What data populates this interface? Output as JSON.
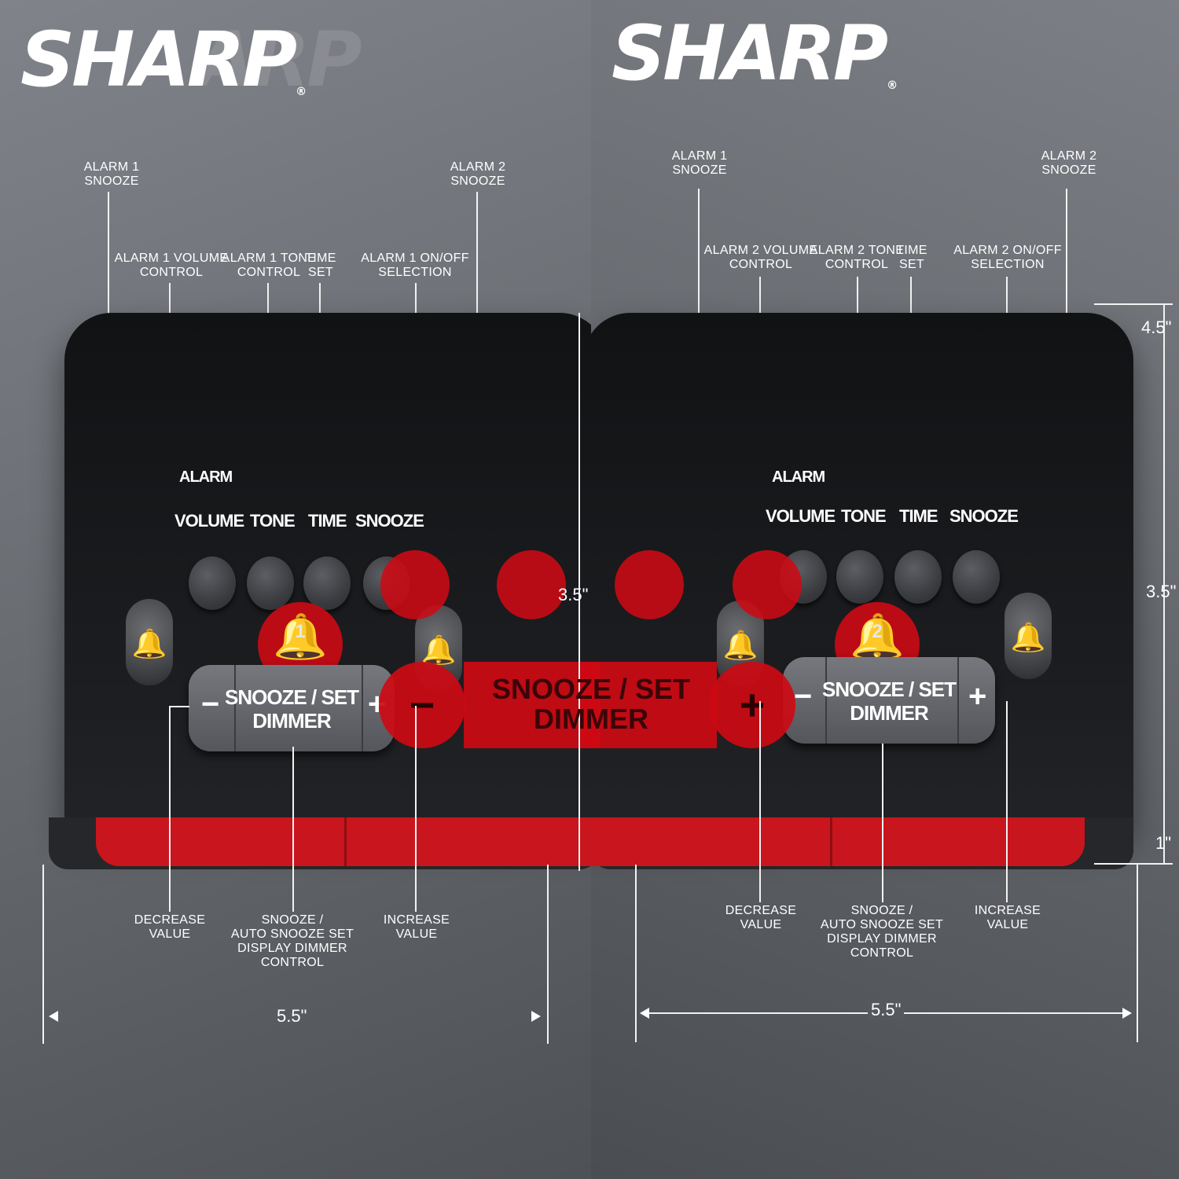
{
  "brand": {
    "name": "SHARP",
    "registered_mark": "®"
  },
  "left_panel": {
    "top_callouts": [
      {
        "text": "ALARM 1\nSNOOZE"
      },
      {
        "text": "ALARM 2\nSNOOZE"
      },
      {
        "text": "ALARM 1 VOLUME\nCONTROL"
      },
      {
        "text": "ALARM 1 TONE\nCONTROL"
      },
      {
        "text": "TIME\nSET"
      },
      {
        "text": "ALARM 1 ON/OFF\nSELECTION"
      }
    ],
    "bottom_callouts": [
      {
        "text": "DECREASE\nVALUE"
      },
      {
        "text": "SNOOZE /\nAUTO SNOOZE SET\nDISPLAY DIMMER CONTROL"
      },
      {
        "text": "INCREASE\nVALUE"
      }
    ],
    "button_labels": {
      "row_label": "ALARM",
      "volume": "VOLUME",
      "tone": "TONE",
      "time": "TIME",
      "snooze": "SNOOZE"
    },
    "bar": {
      "line1": "SNOOZE / SET",
      "line2": "DIMMER",
      "minus": "−",
      "plus": "+"
    },
    "bell_number": "1",
    "width_dimension": "5.5\"",
    "depth_dimension": "3.5\""
  },
  "center_overlay": {
    "line1": "SNOOZE / SET",
    "line2": "DIMMER",
    "minus": "−",
    "plus": "+"
  },
  "right_panel": {
    "top_callouts": [
      {
        "text": "ALARM 1\nSNOOZE"
      },
      {
        "text": "ALARM 2\nSNOOZE"
      },
      {
        "text": "ALARM 2 VOLUME\nCONTROL"
      },
      {
        "text": "ALARM 2 TONE\nCONTROL"
      },
      {
        "text": "TIME\nSET"
      },
      {
        "text": "ALARM 2 ON/OFF\nSELECTION"
      }
    ],
    "bottom_callouts": [
      {
        "text": "DECREASE\nVALUE"
      },
      {
        "text": "SNOOZE /\nAUTO SNOOZE SET\nDISPLAY DIMMER CONTROL"
      },
      {
        "text": "INCREASE\nVALUE"
      }
    ],
    "button_labels": {
      "row_label": "ALARM",
      "volume": "VOLUME",
      "tone": "TONE",
      "time": "TIME",
      "snooze": "SNOOZE"
    },
    "bar": {
      "line1": "SNOOZE / SET",
      "line2": "DIMMER",
      "minus": "−",
      "plus": "+"
    },
    "bell_number": "2",
    "width_dimension": "5.5\"",
    "height_dimension": "3.5\"",
    "top_dimension": "4.5\"",
    "bottom_dimension": "1\""
  },
  "colors": {
    "accent_red": "#cd0a14",
    "body_black": "#151618",
    "button_gray": "#54565b"
  },
  "icons": [
    "bell-icon",
    "alarm-bell-icon"
  ]
}
